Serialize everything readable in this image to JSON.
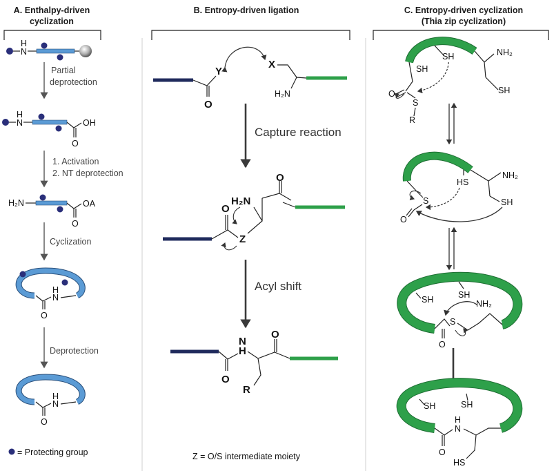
{
  "panels": {
    "a": {
      "title_line1": "A. Enthalpy-driven",
      "title_line2": "cyclization",
      "steps": [
        "Partial",
        "deprotection",
        "1. Activation",
        "2. NT deprotection",
        "Cyclization",
        "Deprotection"
      ],
      "legend": "= Protecting group",
      "atoms": {
        "nh": "H",
        "n": "N",
        "oh": "OH",
        "o": "O",
        "h2n": "H₂N",
        "oa": "OA"
      }
    },
    "b": {
      "title": "B. Entropy-driven ligation",
      "step1": "Capture reaction",
      "step2": "Acyl shift",
      "footnote": "Z = O/S intermediate moiety",
      "atoms": {
        "y": "Y",
        "x": "X",
        "o": "O",
        "h2n": "H₂N",
        "z": "Z",
        "n": "N",
        "h": "H",
        "r": "R"
      }
    },
    "c": {
      "title_line1": "C. Entropy-driven cyclization",
      "title_line2": "(Thia zip cyclization)",
      "atoms": {
        "sh": "SH",
        "hs": "HS",
        "s": "S",
        "nh2": "NH₂",
        "r": "R",
        "o": "O",
        "n": "N",
        "h": "H"
      }
    }
  },
  "colors": {
    "blue_chain": "#5b9bd5",
    "dark_chain": "#1f2a5c",
    "green_chain": "#2ea04a",
    "protecting_group": "#2a2f7a"
  }
}
